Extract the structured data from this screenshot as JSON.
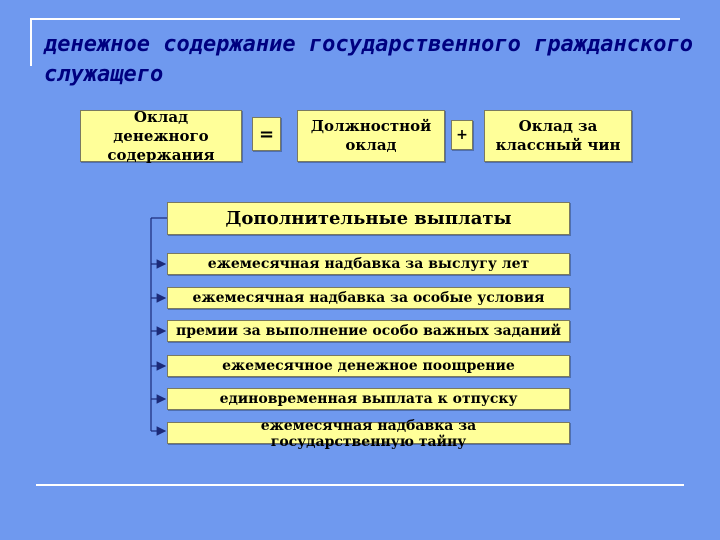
{
  "title": "денежное содержание государственного гражданского служащего",
  "formula": {
    "result": "Оклад денежного содержания",
    "equals": "=",
    "term1": "Должностной оклад",
    "plus": "+",
    "term2": "Оклад за классный чин"
  },
  "additional": {
    "heading": "Дополнительные выплаты",
    "items": [
      "ежемесячная надбавка за выслугу лет",
      "ежемесячная надбавка за особые условия",
      "премии за выполнение особо важных заданий",
      "ежемесячное денежное поощрение",
      "единовременная выплата к отпуску",
      "ежемесячная надбавка за государственную тайну"
    ]
  }
}
